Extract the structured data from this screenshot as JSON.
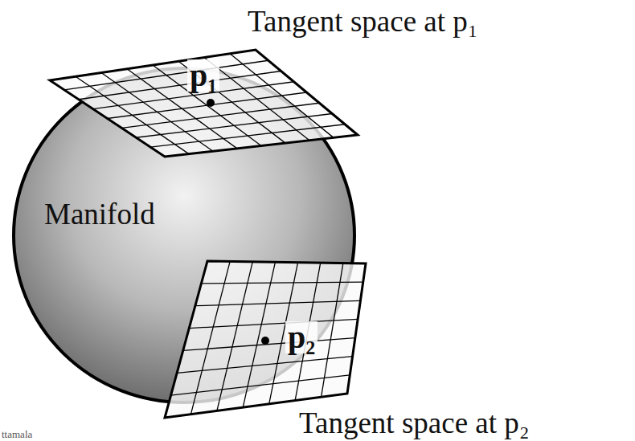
{
  "diagram": {
    "labels": [
      "Tangent space at p₁",
      "Manifold",
      "p₁",
      "p₂",
      "Tangent space at p₂",
      "ttamala"
    ]
  }
}
